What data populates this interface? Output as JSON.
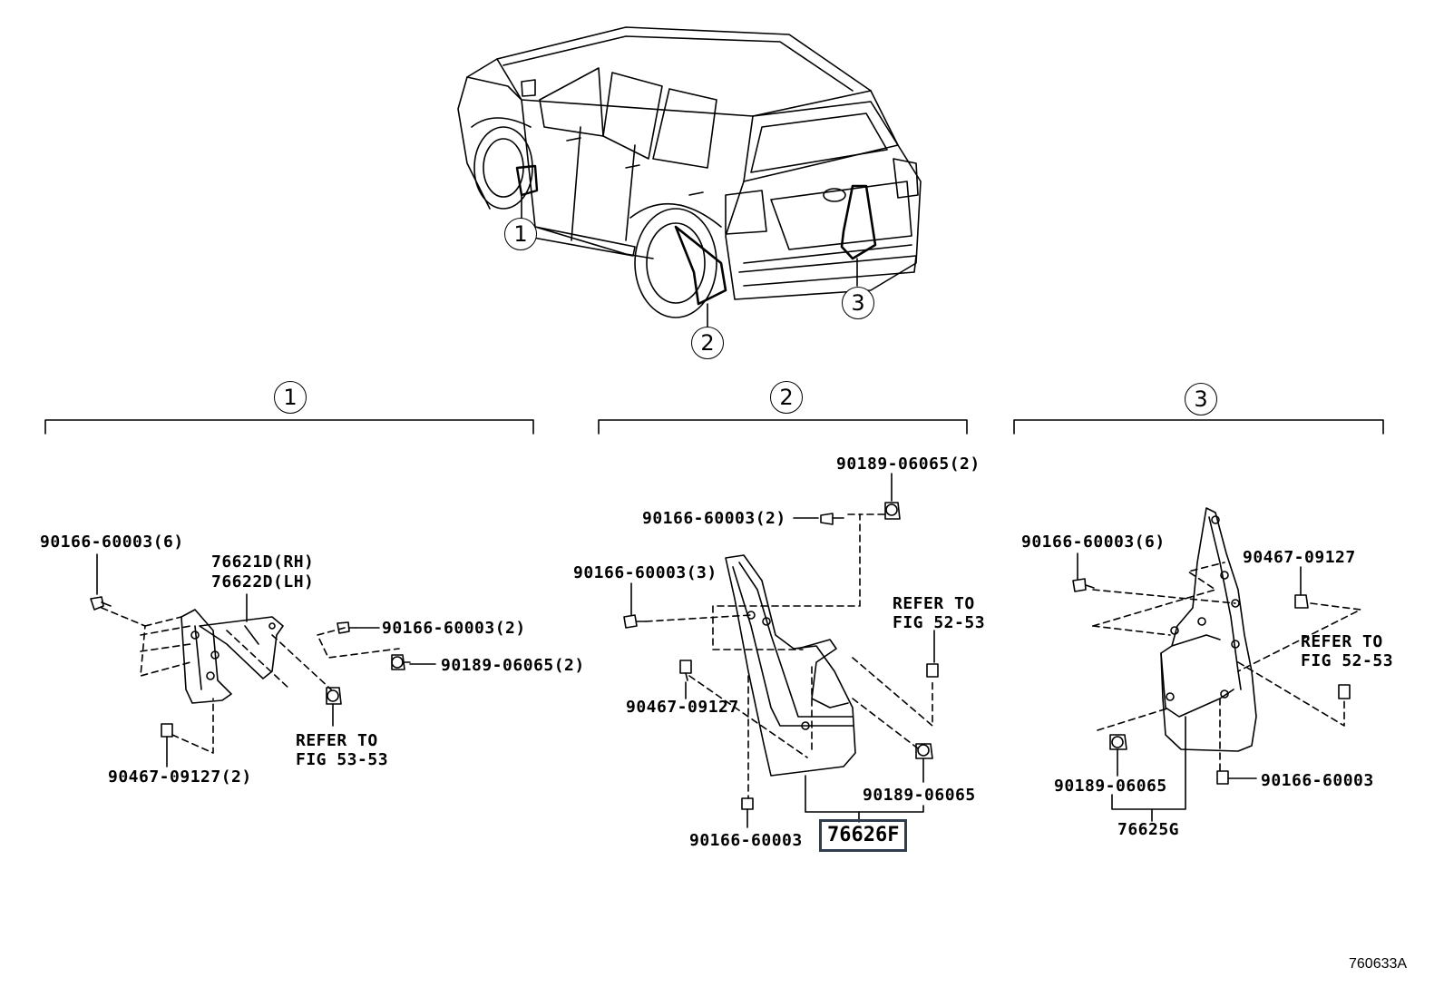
{
  "vehicle_callouts": [
    "1",
    "2",
    "3"
  ],
  "section_headers": [
    "1",
    "2",
    "3"
  ],
  "section1": {
    "bolt_a": "90166-60003(6)",
    "part_rh": "76621D(RH)",
    "part_lh": "76622D(LH)",
    "bolt_b": "90166-60003(2)",
    "clip": "90189-06065(2)",
    "refer_line1": "REFER TO",
    "refer_line2": "FIG 53-53",
    "screw": "90467-09127(2)"
  },
  "section2": {
    "clip_top": "90189-06065(2)",
    "bolt_top": "90166-60003(2)",
    "bolt_left": "90166-60003(3)",
    "refer_line1": "REFER TO",
    "refer_line2": "FIG 52-53",
    "screw": "90467-09127",
    "clip_bottom": "90189-06065",
    "bolt_bottom": "90166-60003",
    "highlighted_part": "76626F"
  },
  "section3": {
    "bolt_a": "90166-60003(6)",
    "screw": "90467-09127",
    "refer_line1": "REFER TO",
    "refer_line2": "FIG 52-53",
    "clip": "90189-06065",
    "bolt_b": "90166-60003",
    "part": "76625G"
  },
  "figure_number": "760633A"
}
